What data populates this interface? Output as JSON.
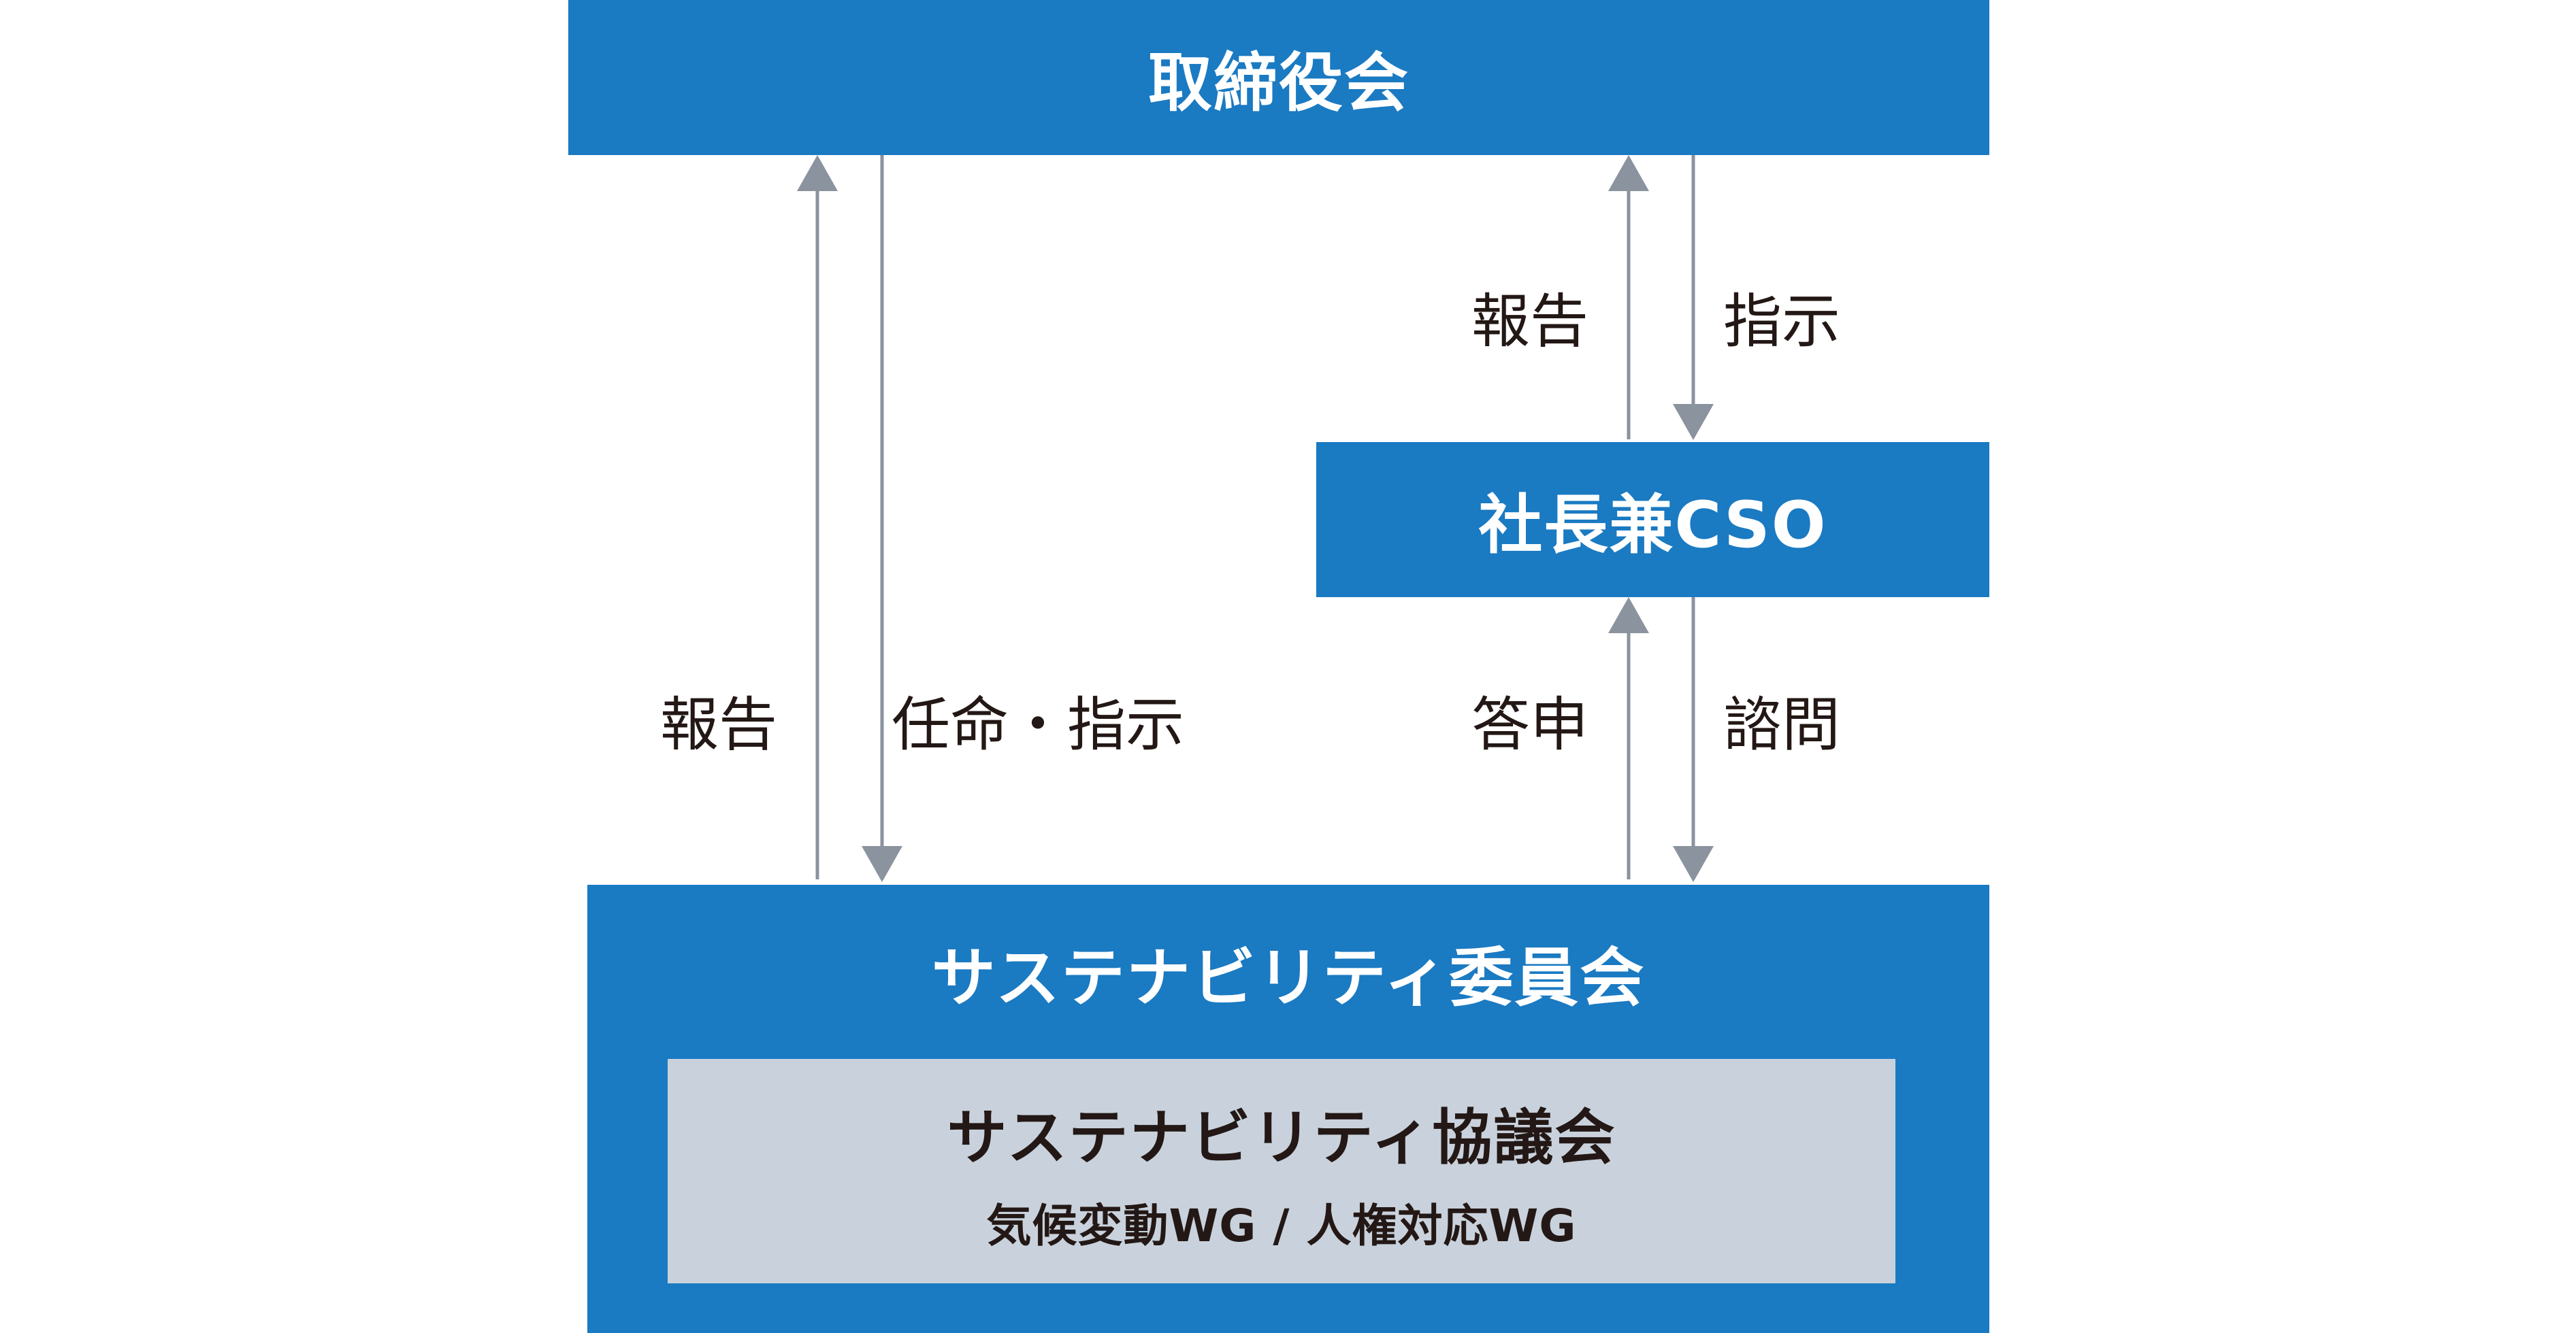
{
  "nodes": {
    "board": "取締役会",
    "cso": "社長兼CSO",
    "committee": "サステナビリティ委員会",
    "council": "サステナビリティ協議会",
    "working_groups": "気候変動WG / 人権対応WG"
  },
  "edges": {
    "committee_to_board": "報告",
    "board_to_committee": "任命・指示",
    "cso_to_board": "報告",
    "board_to_cso": "指示",
    "committee_to_cso": "答申",
    "cso_to_committee": "諮問"
  },
  "colors": {
    "node_fill": "#1a7ac2",
    "node_text": "#ffffff",
    "council_fill": "#c9d2dc",
    "arrow": "#8a939e",
    "label_text": "#231815"
  }
}
